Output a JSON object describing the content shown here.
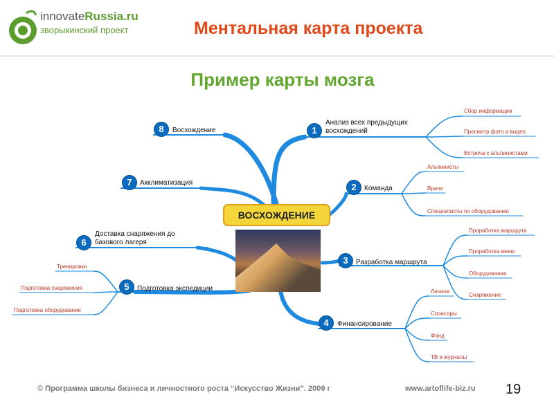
{
  "header": {
    "logo_text_part1": "innovate",
    "logo_text_part2": "Russia.ru",
    "logo_subtext": "зворыкинский проект",
    "title": "Ментальная карта проекта"
  },
  "subtitle": "Пример карты мозга",
  "mindmap": {
    "central": "ВОСХОЖДЕНИЕ",
    "branches": [
      {
        "num": "1",
        "label": "Анализ всех предыдущих восхождений",
        "subs": [
          "Сбор информации",
          "Просмотр фото и видео",
          "Встреча с альпинистами"
        ]
      },
      {
        "num": "2",
        "label": "Команда",
        "subs": [
          "Альпинисты",
          "Врачи",
          "Специалисты по оборудованию"
        ]
      },
      {
        "num": "3",
        "label": "Разработка маршрута",
        "subs": [
          "Проработка маршрута",
          "Проработка меню",
          "Оборудование",
          "Снаряжение"
        ]
      },
      {
        "num": "4",
        "label": "Финансирование",
        "subs": [
          "Личное",
          "Спонсоры",
          "Фонд",
          "ТВ и журналы"
        ]
      },
      {
        "num": "5",
        "label": "Подготовка экспедиции",
        "subs": [
          "Тренировки",
          "Подготовка снаряжения",
          "Подготовка оборудование"
        ]
      },
      {
        "num": "6",
        "label": "Доставка снаряжения до базового лагеря",
        "subs": []
      },
      {
        "num": "7",
        "label": "Акклиматизация",
        "subs": []
      },
      {
        "num": "8",
        "label": "Восхождение",
        "subs": []
      }
    ]
  },
  "footer": {
    "text": "© Программа школы бизнеса и личностного роста “Искусство Жизни”. 2009 г",
    "url": "www.artoflife-biz.ru",
    "page_number": "19"
  },
  "colors": {
    "title": "#e04a1a",
    "subtitle": "#62a52f",
    "branch_line": "#1e8be0",
    "number_badge": "#0a6bbf",
    "subtopic_text": "#c0392b",
    "central_fill": "#f5d63a"
  }
}
